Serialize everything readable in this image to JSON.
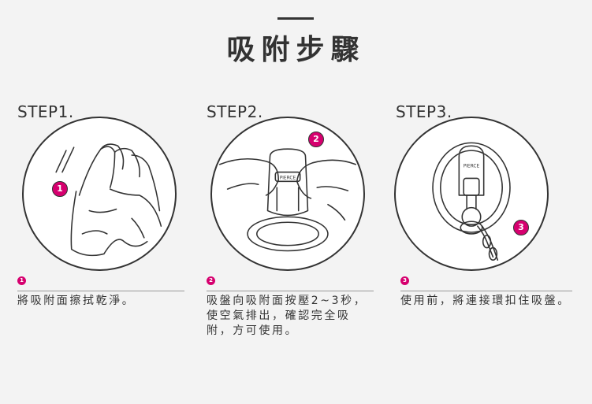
{
  "title": "吸附步驟",
  "steps": [
    {
      "label": "STEP1.",
      "number": "1",
      "description": "將吸附面擦拭乾淨。"
    },
    {
      "label": "STEP2.",
      "number": "2",
      "description": "吸盤向吸附面按壓2~3秒，使空氣排出，確認完全吸附，方可使用。"
    },
    {
      "label": "STEP3.",
      "number": "3",
      "description": "使用前，將連接環扣住吸盤。"
    }
  ],
  "colors": {
    "accent": "#d6006f",
    "background": "#f3f3f3",
    "text": "#333333"
  },
  "brand_mark": "PiERCE"
}
